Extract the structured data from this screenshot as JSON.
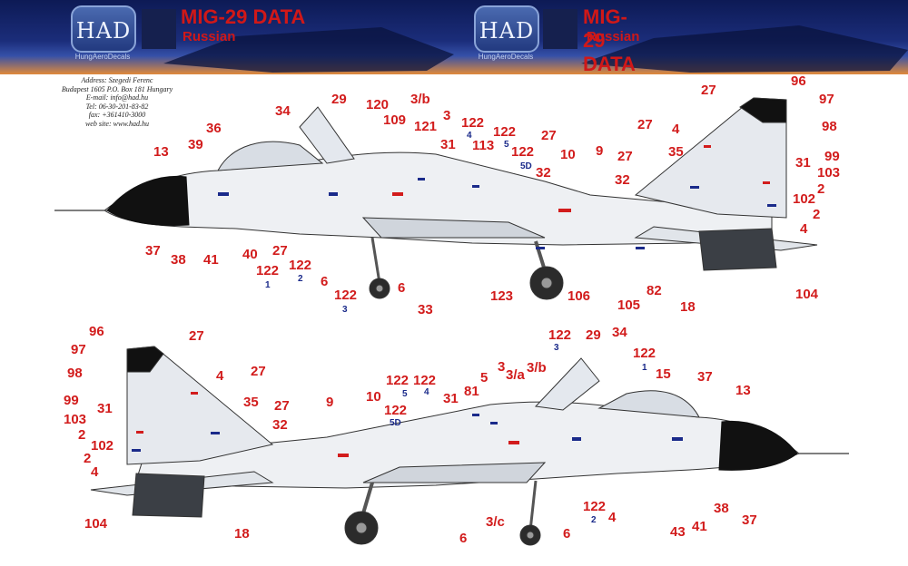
{
  "banner": {
    "left": {
      "logo_text": "HAD",
      "logo_sub": "HungAeroDecals",
      "title": "MIG-29 DATA",
      "subtitle": "Russian"
    },
    "right": {
      "logo_text": "HAD",
      "logo_sub": "HungAeroDecals",
      "title": "MIG-29 DATA",
      "subtitle": "Russian"
    }
  },
  "address": [
    "Address: Szegedi Ferenc",
    "Budapest 1605 P.O. Box 181 Hungary",
    "E-mail: info@had.hu",
    "Tel: 06-30-201-83-82",
    "fax: +361410-3000",
    "web site: www.had.hu"
  ],
  "colors": {
    "callout_red": "#d21c1c",
    "callout_blue": "#1a2a8a",
    "nose_cone": "#111111",
    "banner_dark": "#0d1a55"
  },
  "top_aircraft": {
    "callouts": [
      "96",
      "97",
      "98",
      "99",
      "103",
      "31",
      "2",
      "102",
      "2",
      "4",
      "104",
      "27",
      "4",
      "27",
      "35",
      "27",
      "32",
      "9",
      "10",
      "27",
      "32",
      "122",
      "5D",
      "122",
      "5",
      "122",
      "4",
      "113",
      "3",
      "3/b",
      "29",
      "120",
      "109",
      "121",
      "31",
      "34",
      "36",
      "39",
      "13",
      "37",
      "38",
      "41",
      "40",
      "27",
      "122",
      "1",
      "122",
      "2",
      "6",
      "6",
      "122",
      "3",
      "33",
      "123",
      "106",
      "105",
      "82",
      "18"
    ]
  },
  "bottom_aircraft": {
    "callouts": [
      "96",
      "27",
      "97",
      "4",
      "27",
      "98",
      "99",
      "31",
      "103",
      "35",
      "27",
      "2",
      "32",
      "102",
      "2",
      "4",
      "104",
      "18",
      "9",
      "10",
      "122",
      "5D",
      "122",
      "5",
      "122",
      "4",
      "31",
      "81",
      "5",
      "3",
      "3/a",
      "3/b",
      "122",
      "3",
      "29",
      "34",
      "122",
      "1",
      "15",
      "37",
      "13",
      "3/c",
      "6",
      "6",
      "122",
      "2",
      "4",
      "43",
      "41",
      "38",
      "37"
    ]
  }
}
